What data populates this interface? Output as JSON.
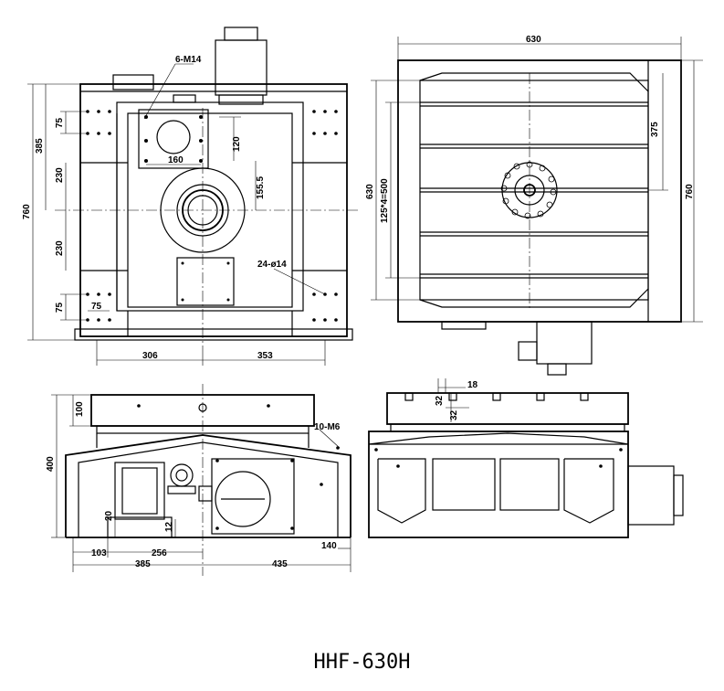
{
  "title": "HHF-630H",
  "labels": {
    "m14": "6-M14",
    "d385": "385",
    "d230a": "230",
    "d230b": "230",
    "d75a": "75",
    "d75b": "75",
    "d75c": "75",
    "d760l": "760",
    "d120": "120",
    "d160": "160",
    "d155": "155.5",
    "d14": "24-ø14",
    "d306": "306",
    "d353": "353",
    "t630": "630",
    "t375": "375",
    "t630v": "630",
    "t125": "125*4=500",
    "t760": "760",
    "s100": "100",
    "s400": "400",
    "s20": "20",
    "s12": "12",
    "s103": "103",
    "s256": "256",
    "s385": "385",
    "s435": "435",
    "s140": "140",
    "sm6": "10-M6",
    "r18": "18",
    "r32a": "32",
    "r32b": "32"
  }
}
